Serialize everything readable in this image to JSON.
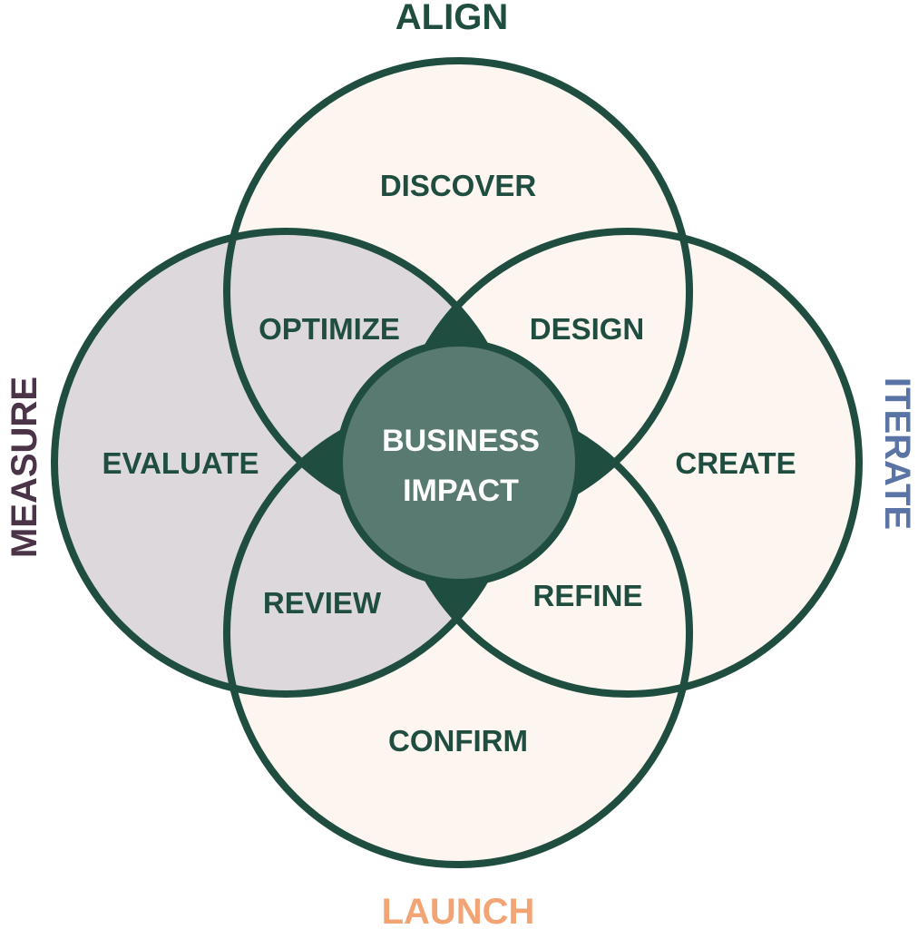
{
  "colors": {
    "stroke": "#1f4d40",
    "cream": "#fcf5f0",
    "gray": "#dcd8dc",
    "center": "#587a70",
    "align": "#1f4d40",
    "measure": "#4c3448",
    "iterate": "#5a74a6",
    "launch": "#f2a474"
  },
  "outer_labels": {
    "top": "ALIGN",
    "left": "MEASURE",
    "right": "ITERATE",
    "bottom": "LAUNCH"
  },
  "regions": {
    "discover": "DISCOVER",
    "optimize": "OPTIMIZE",
    "design": "DESIGN",
    "evaluate": "EVALUATE",
    "create": "CREATE",
    "review": "REVIEW",
    "refine": "REFINE",
    "confirm": "CONFIRM"
  },
  "center": {
    "line1": "BUSINESS",
    "line2": "IMPACT"
  }
}
